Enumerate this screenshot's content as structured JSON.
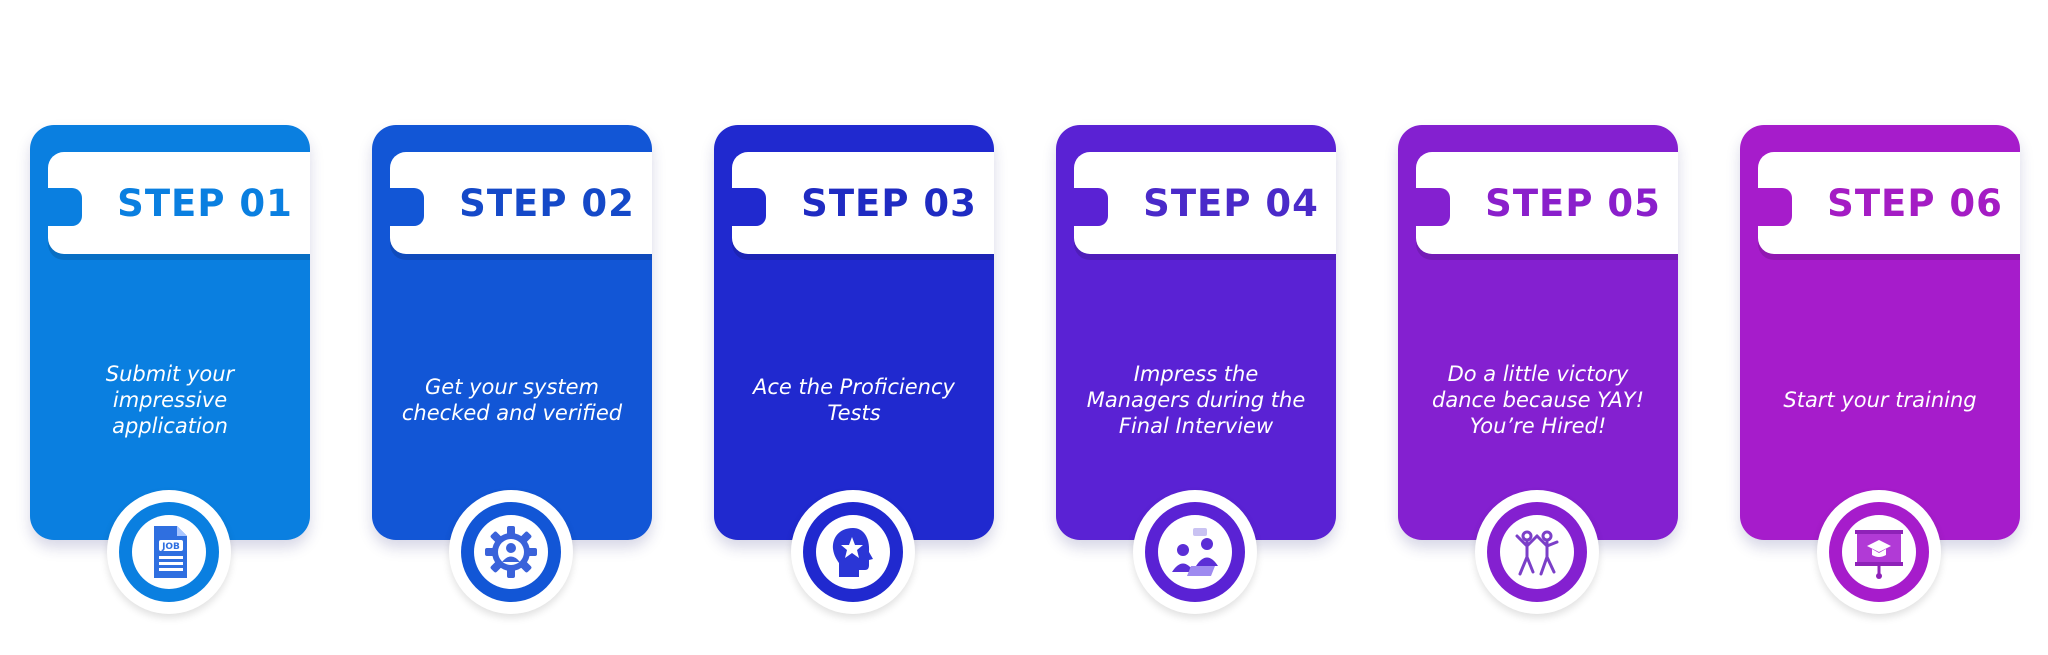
{
  "steps": [
    {
      "label": "STEP 01",
      "description": "Submit your impressive application",
      "icon": "job-document-icon",
      "color": "#0A7FE0",
      "label_color": "#0A7FE0"
    },
    {
      "label": "STEP 02",
      "description": "Get your system checked and verified",
      "icon": "gear-user-icon",
      "color": "#1256D6",
      "label_color": "#1549C8"
    },
    {
      "label": "STEP 03",
      "description": "Ace the Proficiency Tests",
      "icon": "head-star-icon",
      "color": "#2029CF",
      "label_color": "#1F2BC2"
    },
    {
      "label": "STEP 04",
      "description": "Impress the Managers during the Final Interview",
      "icon": "interview-people-icon",
      "color": "#5A22D4",
      "label_color": "#4A2AC9"
    },
    {
      "label": "STEP 05",
      "description": "Do a little victory dance because YAY! You’re Hired!",
      "icon": "victory-dance-icon",
      "color": "#8420D0",
      "label_color": "#8A1FCB"
    },
    {
      "label": "STEP 06",
      "description": "Start your training",
      "icon": "training-board-icon",
      "color": "#A61CCB",
      "label_color": "#A41CC4"
    }
  ]
}
